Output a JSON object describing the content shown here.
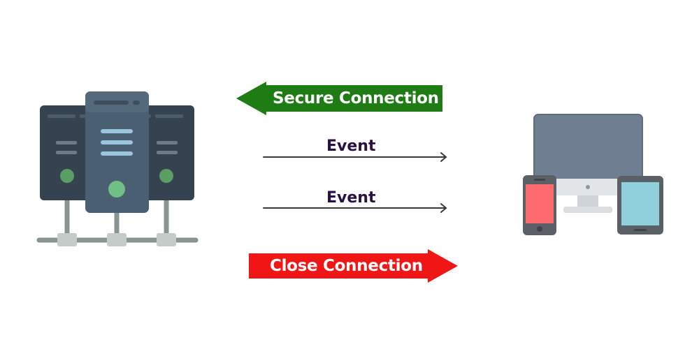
{
  "arrows": {
    "secure": {
      "label": "Secure Connection",
      "color": "#1f7c15"
    },
    "close": {
      "label": "Close Connection",
      "color": "#f01616"
    }
  },
  "events": [
    {
      "label": "Event"
    },
    {
      "label": "Event"
    }
  ],
  "icons": {
    "server": "server-rack-icon",
    "devices": "client-devices-icon"
  },
  "colors": {
    "server_dark": "#35424f",
    "server_light": "#4b5f72",
    "server_led": "#5a9e64",
    "network_line": "#8a9591",
    "network_node": "#c5cbc8",
    "monitor": "#6f7f91",
    "phone_screen": "#ff6a6f",
    "tablet_screen": "#8fd0dc",
    "event_line": "#3a3a3a",
    "event_text": "#2a0f45"
  }
}
